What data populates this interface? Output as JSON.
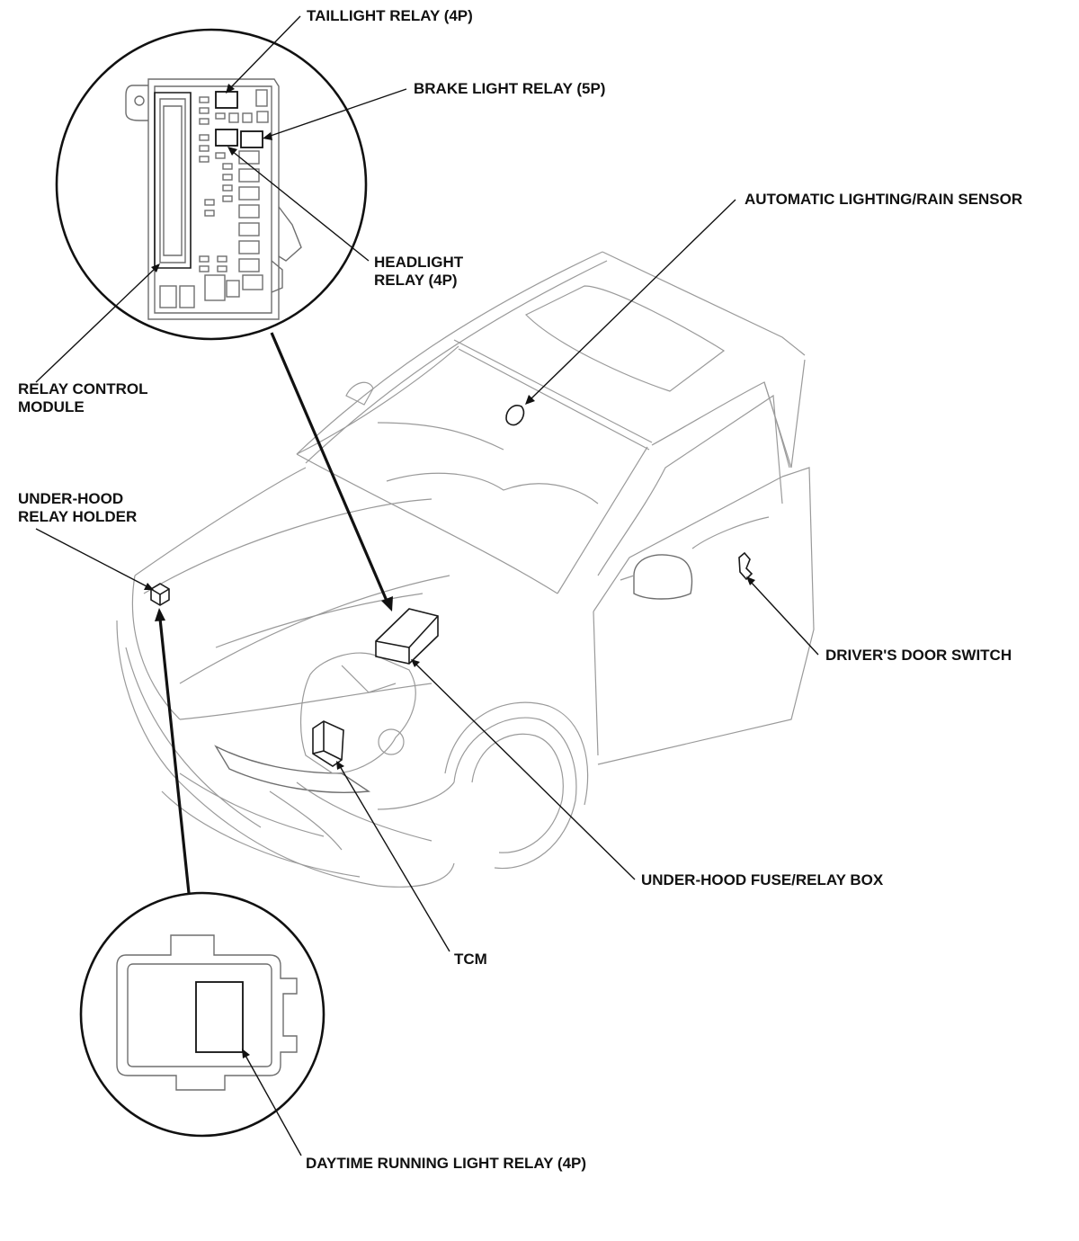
{
  "labels": {
    "taillight_relay": "TAILLIGHT RELAY (4P)",
    "brake_light_relay": "BRAKE LIGHT RELAY (5P)",
    "auto_lighting_sensor": "AUTOMATIC LIGHTING/RAIN SENSOR",
    "headlight_relay": [
      "HEADLIGHT",
      "RELAY (4P)"
    ],
    "relay_control_module": [
      "RELAY CONTROL",
      "MODULE"
    ],
    "under_hood_relay_holder": [
      "UNDER-HOOD",
      "RELAY HOLDER"
    ],
    "drivers_door_switch": "DRIVER'S DOOR SWITCH",
    "under_hood_fuse_relay_box": "UNDER-HOOD FUSE/RELAY BOX",
    "tcm": "TCM",
    "daytime_running_light_relay": "DAYTIME RUNNING LIGHT RELAY (4P)"
  },
  "colors": {
    "line_dark": "#111111",
    "line_light": "#9a9a9a",
    "background": "#ffffff"
  }
}
